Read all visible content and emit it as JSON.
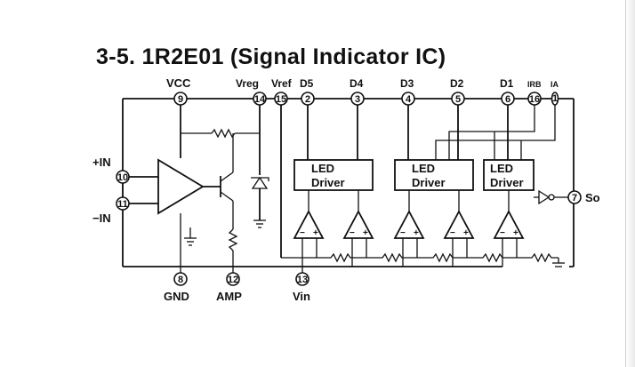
{
  "title": "3-5. 1R2E01 (Signal Indicator IC)",
  "top_pins": [
    {
      "label": "VCC",
      "num": "9"
    },
    {
      "label": "Vreg",
      "num": "14"
    },
    {
      "label": "Vref",
      "num": "15"
    },
    {
      "label": "D5",
      "num": "2"
    },
    {
      "label": "D4",
      "num": "3"
    },
    {
      "label": "D3",
      "num": "4"
    },
    {
      "label": "D2",
      "num": "5"
    },
    {
      "label": "D1",
      "num": "6"
    },
    {
      "label": "IRB",
      "num": "16"
    },
    {
      "label": "IA",
      "num": "1"
    }
  ],
  "left_pins": [
    {
      "label": "+IN",
      "num": "10"
    },
    {
      "label": "−IN",
      "num": "11"
    }
  ],
  "bottom_pins": [
    {
      "label": "GND",
      "num": "8"
    },
    {
      "label": "AMP",
      "num": "12"
    },
    {
      "label": "Vin",
      "num": "13"
    }
  ],
  "right_pin": {
    "label": "So",
    "num": "7"
  },
  "led_driver_line1": "LED",
  "led_driver_line2": "Driver",
  "comparator_signs": {
    "minus": "−",
    "plus": "+"
  }
}
